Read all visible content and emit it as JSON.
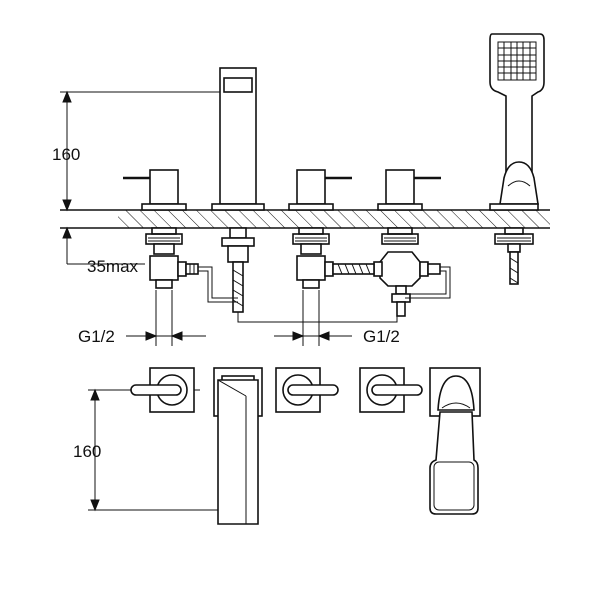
{
  "dimensions": {
    "side_height": "160",
    "below_deck": "35max",
    "thread_left": "G1/2",
    "thread_right": "G1/2",
    "plan_height": "160"
  }
}
